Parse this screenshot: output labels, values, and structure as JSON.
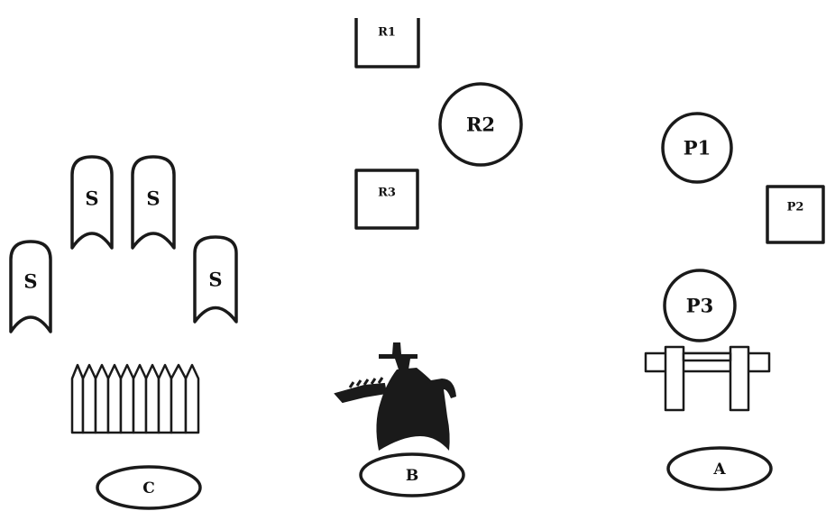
{
  "groups": {
    "c": {
      "label": "C",
      "s_labels": [
        "S",
        "S",
        "S",
        "S"
      ]
    },
    "b": {
      "label": "B",
      "r1": "R1",
      "r2": "R2",
      "r3": "R3"
    },
    "a": {
      "label": "A",
      "p1": "P1",
      "p2": "P2",
      "p3": "P3"
    }
  }
}
